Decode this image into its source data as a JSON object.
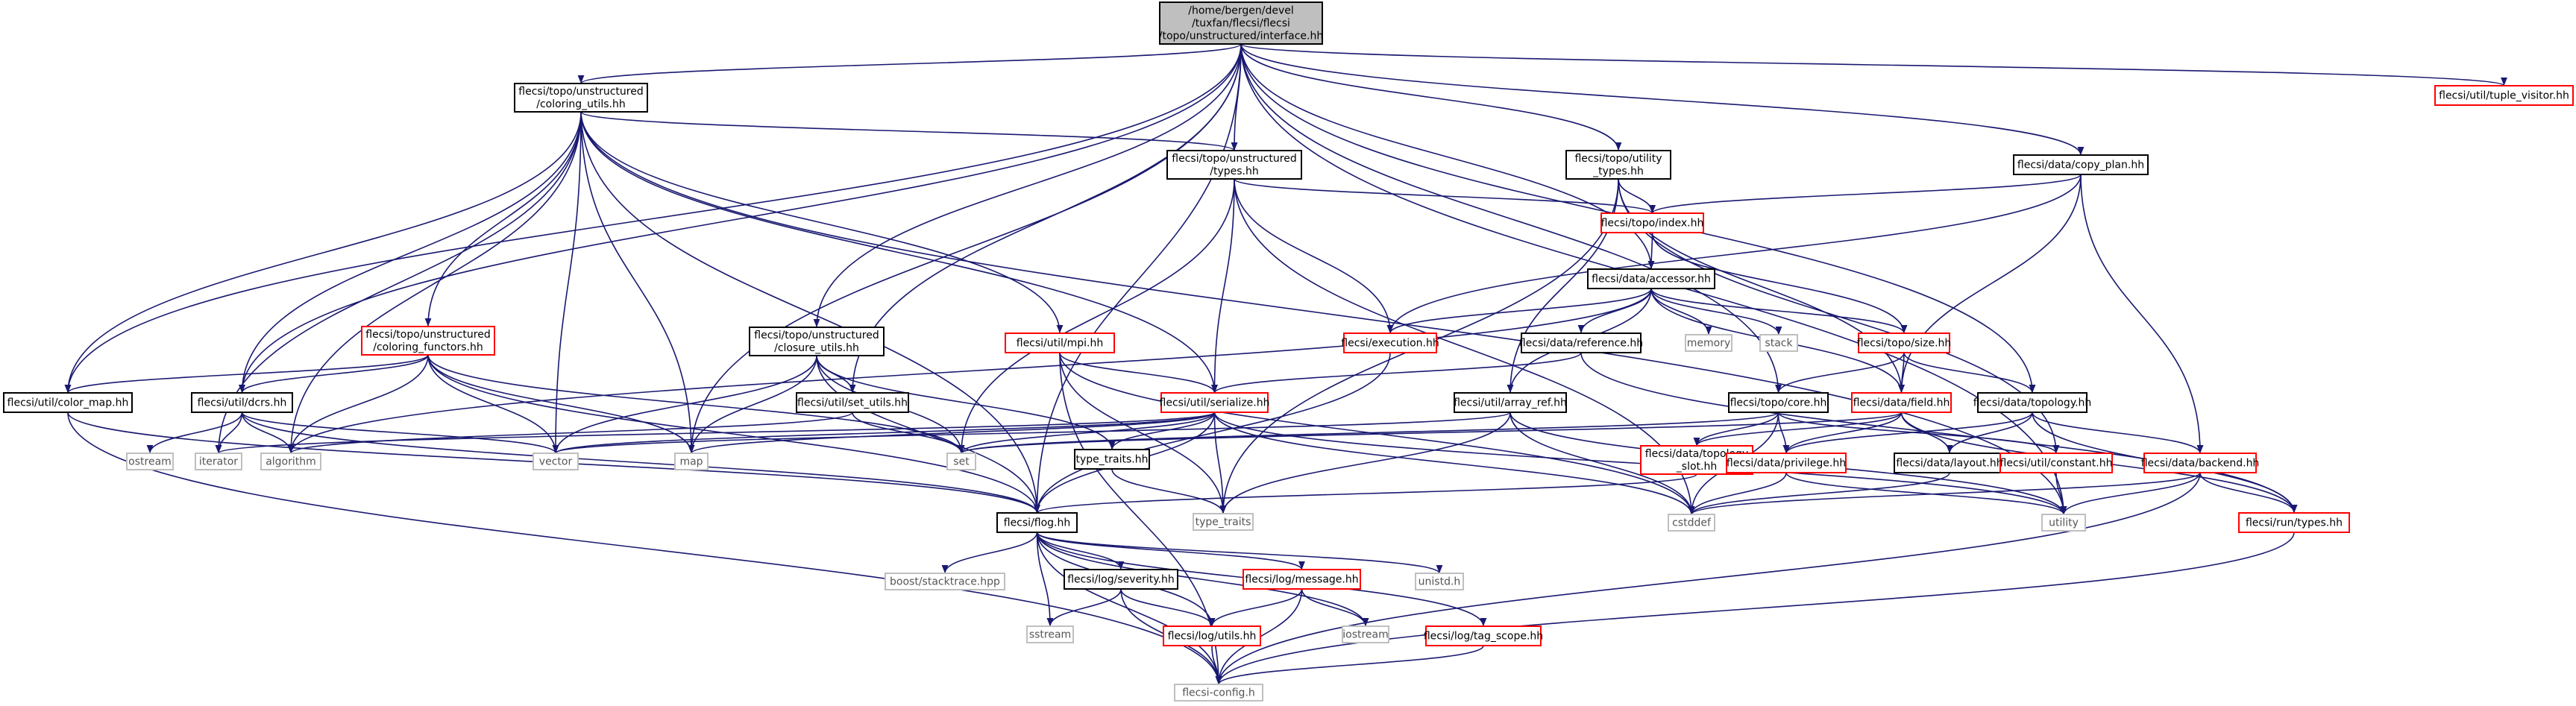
{
  "colors": {
    "background": "#ffffff",
    "edge": "#191970",
    "root_fill": "#bfbfbf",
    "border_black": "#000000",
    "border_red": "#ff0000",
    "border_gray": "#bfbfbf",
    "text_gray": "#555555"
  },
  "nodes": [
    {
      "id": "root",
      "kind": "root",
      "lines": [
        "/home/bergen/devel",
        "/tuxfan/flecsi/flecsi",
        "/topo/unstructured/interface.hh"
      ]
    },
    {
      "id": "coloring_utils",
      "kind": "black",
      "lines": [
        "flecsi/topo/unstructured",
        "/coloring_utils.hh"
      ]
    },
    {
      "id": "unstr_types",
      "kind": "black",
      "lines": [
        "flecsi/topo/unstructured",
        "/types.hh"
      ]
    },
    {
      "id": "utility_types",
      "kind": "black",
      "lines": [
        "flecsi/topo/utility",
        "_types.hh"
      ]
    },
    {
      "id": "copy_plan",
      "kind": "black",
      "lines": [
        "flecsi/data/copy_plan.hh"
      ]
    },
    {
      "id": "tuple_visitor",
      "kind": "red",
      "lines": [
        "flecsi/util/tuple_visitor.hh"
      ]
    },
    {
      "id": "topo_index",
      "kind": "red",
      "lines": [
        "flecsi/topo/index.hh"
      ]
    },
    {
      "id": "accessor",
      "kind": "black",
      "lines": [
        "flecsi/data/accessor.hh"
      ]
    },
    {
      "id": "coloring_functors",
      "kind": "red",
      "lines": [
        "flecsi/topo/unstructured",
        "/coloring_functors.hh"
      ]
    },
    {
      "id": "mpi",
      "kind": "red",
      "lines": [
        "flecsi/util/mpi.hh"
      ]
    },
    {
      "id": "closure_utils",
      "kind": "black",
      "lines": [
        "flecsi/topo/unstructured",
        "/closure_utils.hh"
      ]
    },
    {
      "id": "execution",
      "kind": "red",
      "lines": [
        "flecsi/execution.hh"
      ]
    },
    {
      "id": "reference",
      "kind": "black",
      "lines": [
        "flecsi/data/reference.hh"
      ]
    },
    {
      "id": "memory",
      "kind": "gray",
      "lines": [
        "memory"
      ]
    },
    {
      "id": "stack",
      "kind": "gray",
      "lines": [
        "stack"
      ]
    },
    {
      "id": "topo_size",
      "kind": "red",
      "lines": [
        "flecsi/topo/size.hh"
      ]
    },
    {
      "id": "color_map",
      "kind": "black",
      "lines": [
        "flecsi/util/color_map.hh"
      ]
    },
    {
      "id": "dcrs",
      "kind": "black",
      "lines": [
        "flecsi/util/dcrs.hh"
      ]
    },
    {
      "id": "set_utils",
      "kind": "black",
      "lines": [
        "flecsi/util/set_utils.hh"
      ]
    },
    {
      "id": "serialize",
      "kind": "red",
      "lines": [
        "flecsi/util/serialize.hh"
      ]
    },
    {
      "id": "array_ref",
      "kind": "black",
      "lines": [
        "flecsi/util/array_ref.hh"
      ]
    },
    {
      "id": "topo_core",
      "kind": "black",
      "lines": [
        "flecsi/topo/core.hh"
      ]
    },
    {
      "id": "field",
      "kind": "red",
      "lines": [
        "flecsi/data/field.hh"
      ]
    },
    {
      "id": "data_topology",
      "kind": "black",
      "lines": [
        "flecsi/data/topology.hh"
      ]
    },
    {
      "id": "ostream",
      "kind": "gray",
      "lines": [
        "ostream"
      ]
    },
    {
      "id": "iterator",
      "kind": "gray",
      "lines": [
        "iterator"
      ]
    },
    {
      "id": "algorithm",
      "kind": "gray",
      "lines": [
        "algorithm"
      ]
    },
    {
      "id": "vector",
      "kind": "gray",
      "lines": [
        "vector"
      ]
    },
    {
      "id": "map",
      "kind": "gray",
      "lines": [
        "map"
      ]
    },
    {
      "id": "set",
      "kind": "gray",
      "lines": [
        "set"
      ]
    },
    {
      "id": "type_traits_hh",
      "kind": "black",
      "lines": [
        "type_traits.hh"
      ]
    },
    {
      "id": "topology_slot",
      "kind": "red",
      "lines": [
        "flecsi/data/topology",
        "_slot.hh"
      ]
    },
    {
      "id": "privilege",
      "kind": "red",
      "lines": [
        "flecsi/data/privilege.hh"
      ]
    },
    {
      "id": "layout",
      "kind": "black",
      "lines": [
        "flecsi/data/layout.hh"
      ]
    },
    {
      "id": "constant",
      "kind": "red",
      "lines": [
        "flecsi/util/constant.hh"
      ]
    },
    {
      "id": "backend",
      "kind": "red",
      "lines": [
        "flecsi/data/backend.hh"
      ]
    },
    {
      "id": "flog",
      "kind": "black",
      "lines": [
        "flecsi/flog.hh"
      ]
    },
    {
      "id": "type_traits",
      "kind": "gray",
      "lines": [
        "type_traits"
      ]
    },
    {
      "id": "cstddef",
      "kind": "gray",
      "lines": [
        "cstddef"
      ]
    },
    {
      "id": "utility",
      "kind": "gray",
      "lines": [
        "utility"
      ]
    },
    {
      "id": "run_types",
      "kind": "red",
      "lines": [
        "flecsi/run/types.hh"
      ]
    },
    {
      "id": "boost_stacktrace",
      "kind": "gray",
      "lines": [
        "boost/stacktrace.hpp"
      ]
    },
    {
      "id": "severity",
      "kind": "black",
      "lines": [
        "flecsi/log/severity.hh"
      ]
    },
    {
      "id": "message",
      "kind": "red",
      "lines": [
        "flecsi/log/message.hh"
      ]
    },
    {
      "id": "unistd",
      "kind": "gray",
      "lines": [
        "unistd.h"
      ]
    },
    {
      "id": "sstream",
      "kind": "gray",
      "lines": [
        "sstream"
      ]
    },
    {
      "id": "log_utils",
      "kind": "red",
      "lines": [
        "flecsi/log/utils.hh"
      ]
    },
    {
      "id": "iostream",
      "kind": "gray",
      "lines": [
        "iostream"
      ]
    },
    {
      "id": "tag_scope",
      "kind": "red",
      "lines": [
        "flecsi/log/tag_scope.hh"
      ]
    },
    {
      "id": "flecsi_config",
      "kind": "gray",
      "lines": [
        "flecsi-config.h"
      ]
    }
  ],
  "edges": [
    [
      "root",
      "coloring_utils"
    ],
    [
      "root",
      "unstr_types"
    ],
    [
      "root",
      "utility_types"
    ],
    [
      "root",
      "copy_plan"
    ],
    [
      "root",
      "tuple_visitor"
    ],
    [
      "root",
      "closure_utils"
    ],
    [
      "root",
      "set_utils"
    ],
    [
      "root",
      "map"
    ],
    [
      "root",
      "color_map"
    ],
    [
      "root",
      "dcrs"
    ],
    [
      "root",
      "flog"
    ],
    [
      "root",
      "utility"
    ],
    [
      "root",
      "accessor"
    ],
    [
      "root",
      "topo_core"
    ],
    [
      "root",
      "data_topology"
    ],
    [
      "coloring_utils",
      "coloring_functors"
    ],
    [
      "coloring_utils",
      "mpi"
    ],
    [
      "coloring_utils",
      "unstr_types"
    ],
    [
      "coloring_utils",
      "serialize"
    ],
    [
      "coloring_utils",
      "color_map"
    ],
    [
      "coloring_utils",
      "dcrs"
    ],
    [
      "coloring_utils",
      "flog"
    ],
    [
      "coloring_utils",
      "iterator"
    ],
    [
      "coloring_utils",
      "vector"
    ],
    [
      "coloring_utils",
      "map"
    ],
    [
      "coloring_utils",
      "algorithm"
    ],
    [
      "coloring_utils",
      "utility"
    ],
    [
      "unstr_types",
      "topo_index"
    ],
    [
      "unstr_types",
      "execution"
    ],
    [
      "unstr_types",
      "serialize"
    ],
    [
      "unstr_types",
      "set"
    ],
    [
      "unstr_types",
      "cstddef"
    ],
    [
      "utility_types",
      "topo_index"
    ],
    [
      "utility_types",
      "array_ref"
    ],
    [
      "utility_types",
      "field"
    ],
    [
      "utility_types",
      "constant"
    ],
    [
      "utility_types",
      "type_traits"
    ],
    [
      "copy_plan",
      "topo_index"
    ],
    [
      "copy_plan",
      "execution"
    ],
    [
      "copy_plan",
      "field"
    ],
    [
      "copy_plan",
      "backend"
    ],
    [
      "topo_index",
      "accessor"
    ],
    [
      "topo_index",
      "topo_size"
    ],
    [
      "accessor",
      "execution"
    ],
    [
      "accessor",
      "reference"
    ],
    [
      "accessor",
      "memory"
    ],
    [
      "accessor",
      "stack"
    ],
    [
      "accessor",
      "topo_size"
    ],
    [
      "accessor",
      "field"
    ],
    [
      "accessor",
      "array_ref"
    ],
    [
      "accessor",
      "algorithm"
    ],
    [
      "coloring_functors",
      "color_map"
    ],
    [
      "coloring_functors",
      "dcrs"
    ],
    [
      "coloring_functors",
      "flog"
    ],
    [
      "coloring_functors",
      "vector"
    ],
    [
      "coloring_functors",
      "map"
    ],
    [
      "coloring_functors",
      "set"
    ],
    [
      "coloring_functors",
      "algorithm"
    ],
    [
      "mpi",
      "serialize"
    ],
    [
      "mpi",
      "type_traits"
    ],
    [
      "mpi",
      "flecsi_config"
    ],
    [
      "mpi",
      "cstddef"
    ],
    [
      "closure_utils",
      "set_utils"
    ],
    [
      "closure_utils",
      "flog"
    ],
    [
      "closure_utils",
      "vector"
    ],
    [
      "closure_utils",
      "map"
    ],
    [
      "closure_utils",
      "set"
    ],
    [
      "closure_utils",
      "type_traits_hh"
    ],
    [
      "execution",
      "flog"
    ],
    [
      "reference",
      "serialize"
    ],
    [
      "reference",
      "run_types"
    ],
    [
      "topo_size",
      "topo_core"
    ],
    [
      "topo_size",
      "field"
    ],
    [
      "topo_size",
      "data_topology"
    ],
    [
      "color_map",
      "flog"
    ],
    [
      "color_map",
      "flecsi_config"
    ],
    [
      "dcrs",
      "flog"
    ],
    [
      "dcrs",
      "ostream"
    ],
    [
      "dcrs",
      "iterator"
    ],
    [
      "dcrs",
      "vector"
    ],
    [
      "dcrs",
      "algorithm"
    ],
    [
      "set_utils",
      "set"
    ],
    [
      "set_utils",
      "algorithm"
    ],
    [
      "serialize",
      "flog"
    ],
    [
      "serialize",
      "type_traits_hh"
    ],
    [
      "serialize",
      "cstddef"
    ],
    [
      "serialize",
      "utility"
    ],
    [
      "serialize",
      "map"
    ],
    [
      "serialize",
      "set"
    ],
    [
      "serialize",
      "vector"
    ],
    [
      "serialize",
      "iterator"
    ],
    [
      "serialize",
      "type_traits"
    ],
    [
      "array_ref",
      "cstddef"
    ],
    [
      "array_ref",
      "utility"
    ],
    [
      "array_ref",
      "type_traits"
    ],
    [
      "array_ref",
      "vector"
    ],
    [
      "topo_core",
      "topology_slot"
    ],
    [
      "topo_core",
      "privilege"
    ],
    [
      "topo_core",
      "constant"
    ],
    [
      "topo_core",
      "cstddef"
    ],
    [
      "topo_core",
      "set"
    ],
    [
      "field",
      "topology_slot"
    ],
    [
      "field",
      "privilege"
    ],
    [
      "field",
      "layout"
    ],
    [
      "field",
      "run_types"
    ],
    [
      "field",
      "set"
    ],
    [
      "data_topology",
      "privilege"
    ],
    [
      "data_topology",
      "layout"
    ],
    [
      "data_topology",
      "backend"
    ],
    [
      "data_topology",
      "run_types"
    ],
    [
      "type_traits_hh",
      "type_traits"
    ],
    [
      "topology_slot",
      "flog"
    ],
    [
      "privilege",
      "cstddef"
    ],
    [
      "privilege",
      "utility"
    ],
    [
      "layout",
      "cstddef"
    ],
    [
      "constant",
      "utility"
    ],
    [
      "backend",
      "run_types"
    ],
    [
      "backend",
      "flecsi_config"
    ],
    [
      "backend",
      "cstddef"
    ],
    [
      "backend",
      "utility"
    ],
    [
      "run_types",
      "flecsi_config"
    ],
    [
      "flog",
      "boost_stacktrace"
    ],
    [
      "flog",
      "severity"
    ],
    [
      "flog",
      "message"
    ],
    [
      "flog",
      "unistd"
    ],
    [
      "flog",
      "sstream"
    ],
    [
      "flog",
      "log_utils"
    ],
    [
      "flog",
      "iostream"
    ],
    [
      "flog",
      "tag_scope"
    ],
    [
      "flog",
      "flecsi_config"
    ],
    [
      "severity",
      "sstream"
    ],
    [
      "severity",
      "log_utils"
    ],
    [
      "severity",
      "flecsi_config"
    ],
    [
      "message",
      "log_utils"
    ],
    [
      "message",
      "iostream"
    ],
    [
      "message",
      "flecsi_config"
    ],
    [
      "log_utils",
      "flecsi_config"
    ],
    [
      "tag_scope",
      "flecsi_config"
    ]
  ]
}
